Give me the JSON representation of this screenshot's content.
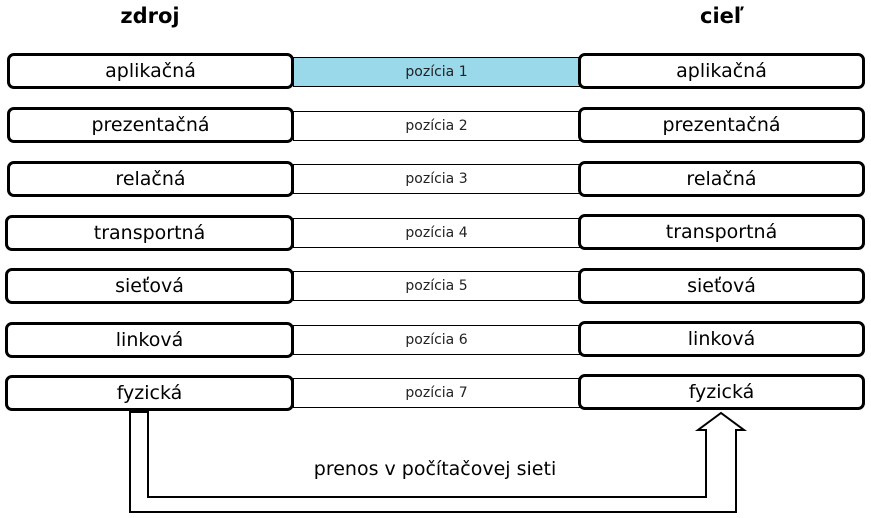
{
  "headers": {
    "source": "zdroj",
    "destination": "cieľ"
  },
  "layers": [
    {
      "source": "aplikačná",
      "position": "pozícia 1",
      "destination": "aplikačná",
      "highlighted": true
    },
    {
      "source": "prezentačná",
      "position": "pozícia 2",
      "destination": "prezentačná",
      "highlighted": false
    },
    {
      "source": "relačná",
      "position": "pozícia 3",
      "destination": "relačná",
      "highlighted": false
    },
    {
      "source": "transportná",
      "position": "pozícia 4",
      "destination": "transportná",
      "highlighted": false
    },
    {
      "source": "sieťová",
      "position": "pozícia 5",
      "destination": "sieťová",
      "highlighted": false
    },
    {
      "source": "linková",
      "position": "pozícia 6",
      "destination": "linková",
      "highlighted": false
    },
    {
      "source": "fyzická",
      "position": "pozícia 7",
      "destination": "fyzická",
      "highlighted": false
    }
  ],
  "transfer_label": "prenos v počítačovej sieti",
  "colors": {
    "highlight": "#9ad9ea",
    "border": "#000000"
  }
}
